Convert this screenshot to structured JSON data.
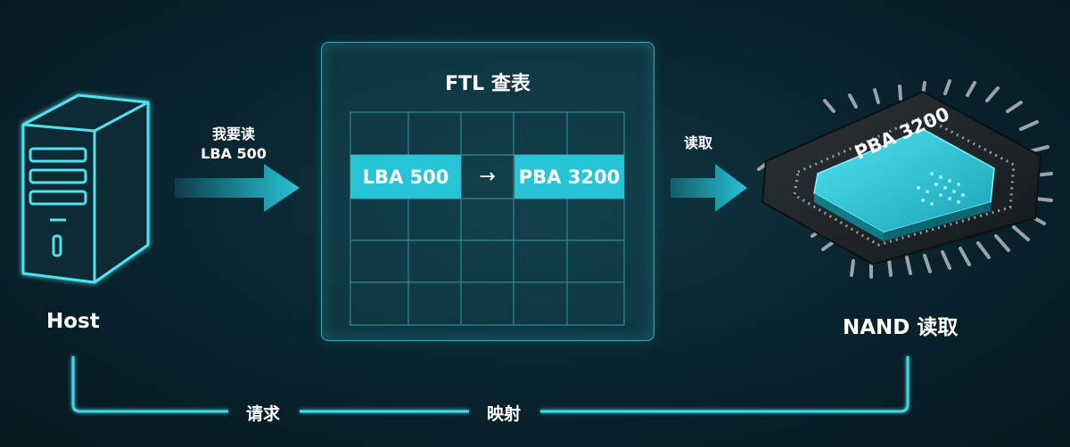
{
  "host": {
    "label": "Host"
  },
  "request": {
    "line1": "我要读",
    "line2": "LBA 500"
  },
  "ftl": {
    "title": "FTL 查表",
    "lba": "LBA 500",
    "arrow": "→",
    "pba": "PBA 3200"
  },
  "read_label": "读取",
  "chip": {
    "label": "PBA 3200"
  },
  "nand": {
    "label": "NAND 读取"
  },
  "bottom": {
    "left": "请求",
    "right": "映射"
  },
  "colors": {
    "accent": "#27c3d6",
    "panel_border": "#3fa9b3",
    "background": "#0a2530"
  }
}
